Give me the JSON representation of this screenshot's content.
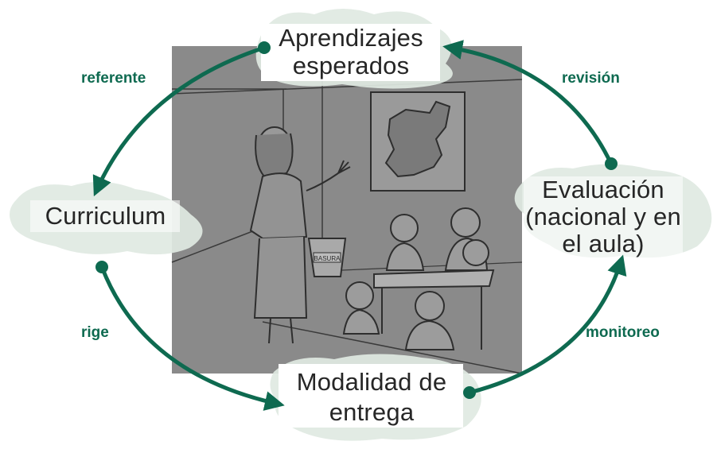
{
  "nodes": {
    "aprendizajes": {
      "lines": [
        "Aprendizajes",
        "esperados"
      ]
    },
    "curriculum": {
      "lines": [
        "Curriculum"
      ]
    },
    "evaluacion": {
      "lines": [
        "Evaluación",
        "(nacional y en",
        "el aula)"
      ]
    },
    "modalidad": {
      "lines": [
        "Modalidad de",
        "entrega"
      ]
    }
  },
  "edges": {
    "referente": "referente",
    "revision": "revisión",
    "rige": "rige",
    "monitoreo": "monitoreo"
  },
  "illustration": {
    "description_icon": "classroom-illustration",
    "bin_label": "BASURA"
  },
  "colors": {
    "arrow": "#0e6a50",
    "photo_bg": "#8a8a8a",
    "cloud": "#dfe9e2",
    "text": "#262626"
  }
}
